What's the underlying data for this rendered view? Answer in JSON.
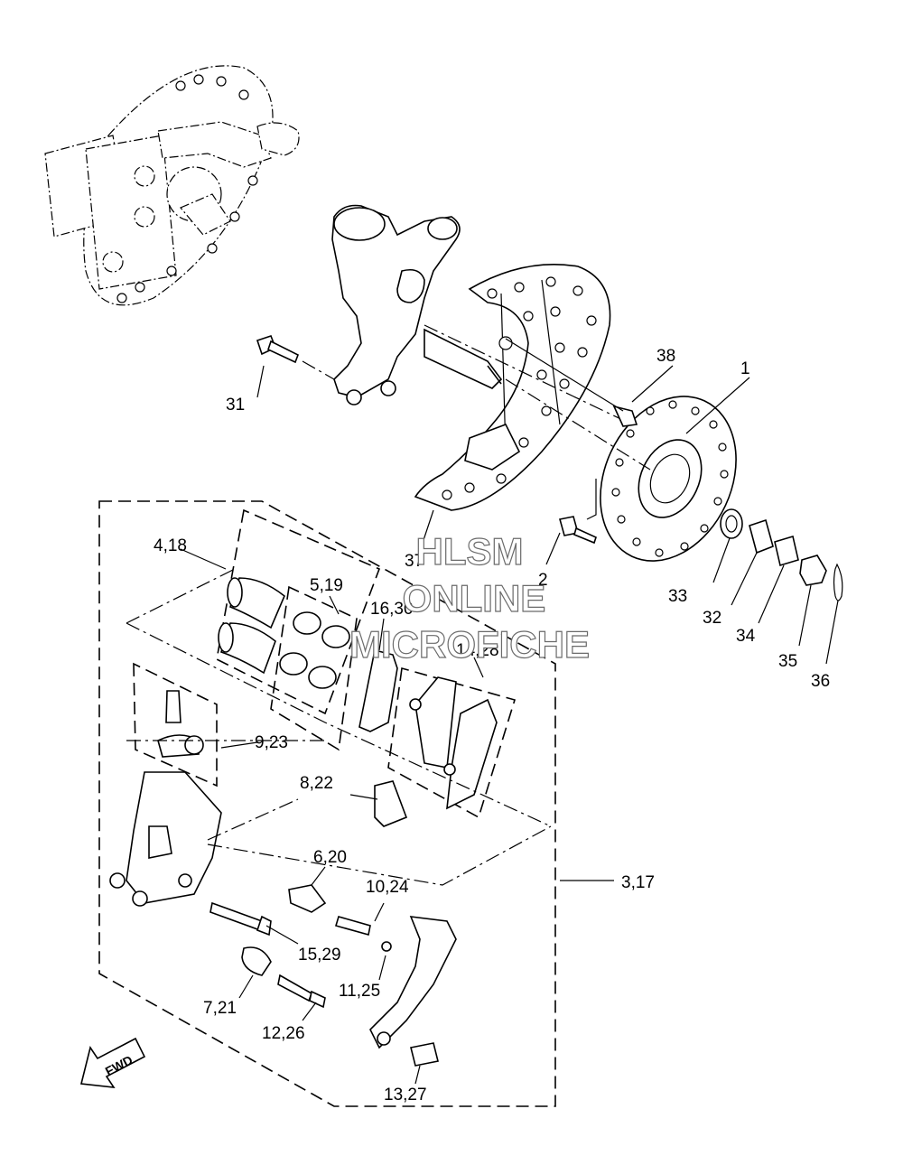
{
  "diagram": {
    "labels": {
      "p1": "1",
      "p2": "2",
      "p3_17": "3,17",
      "p4_18": "4,18",
      "p5_19": "5,19",
      "p6_20": "6,20",
      "p7_21": "7,21",
      "p8_22": "8,22",
      "p9_23": "9,23",
      "p10_24": "10,24",
      "p11_25": "11,25",
      "p12_26": "12,26",
      "p13_27": "13,27",
      "p14_28": "14,28",
      "p15_29": "15,29",
      "p16_30": "16,30",
      "p31": "31",
      "p32": "32",
      "p33": "33",
      "p34": "34",
      "p35": "35",
      "p36": "36",
      "p37": "37",
      "p38": "38"
    },
    "fwd_arrow": "FWD",
    "watermark": [
      "HLSM",
      "ONLINE",
      "MICROFICHE"
    ]
  }
}
